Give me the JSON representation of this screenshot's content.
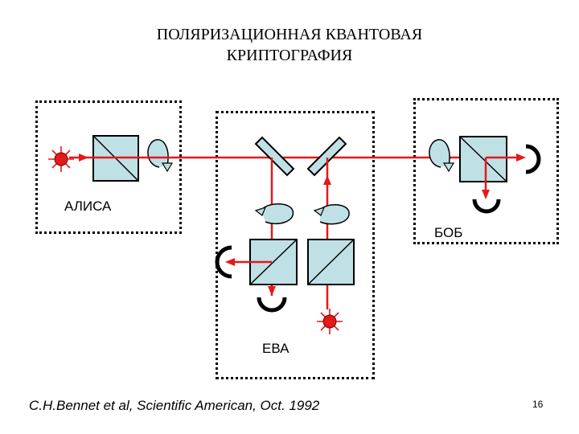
{
  "title": {
    "line1": "ПОЛЯРИЗАЦИОННАЯ КВАНТОВАЯ",
    "line2": "КРИПТОГРАФИЯ"
  },
  "labels": {
    "alice": "АЛИСА",
    "bob": "БОБ",
    "eve": "ЕВА"
  },
  "citation": "C.H.Bennet et al, Scientific American, Oct. 1992",
  "page_number": "16",
  "colors": {
    "beam": "#e4191a",
    "prism_fill": "#bfe1e6",
    "source": "#e4191a",
    "outline": "#000000"
  }
}
